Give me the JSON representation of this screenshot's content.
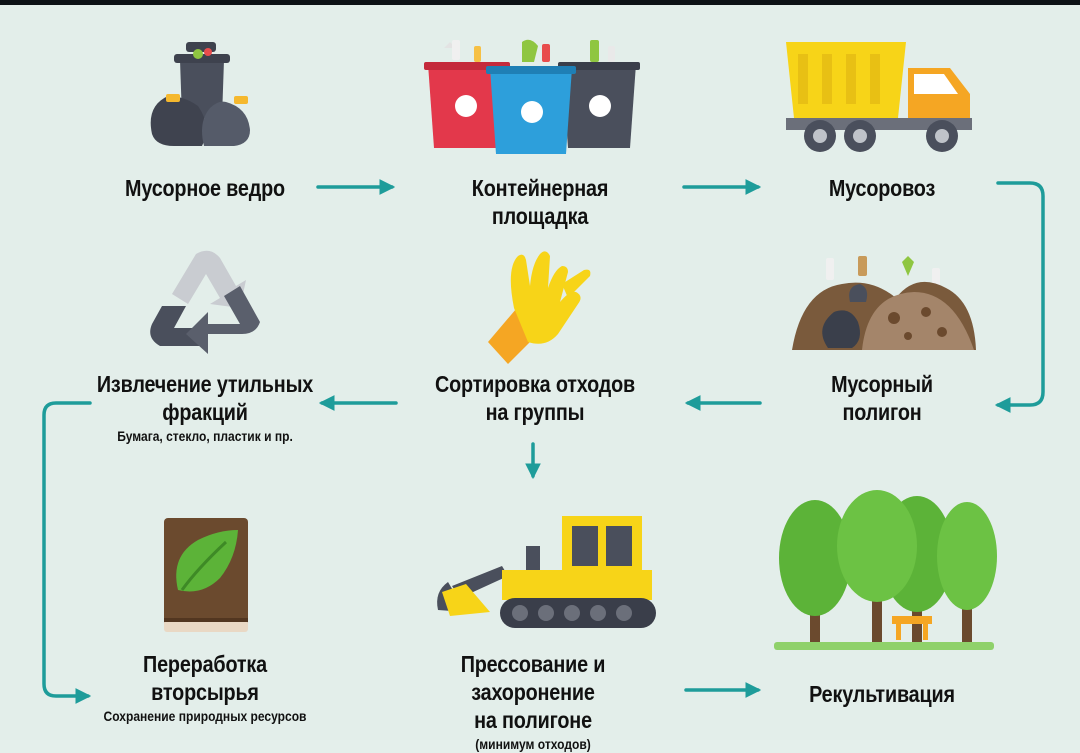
{
  "colors": {
    "background": "#e3eeea",
    "arrow": "#1e9c9a",
    "dark_gray": "#4a4f5c",
    "red": "#e3384b",
    "blue": "#2d9fdb",
    "yellow": "#f7d418",
    "orange": "#f5a623",
    "green": "#5cb338",
    "brown": "#6b4a2e"
  },
  "nodes": {
    "bucket": {
      "title": "Мусорное ведро",
      "icon": "trash-bags-icon"
    },
    "containers": {
      "title": "Контейнерная площадка",
      "icon": "recycling-containers-icon"
    },
    "truck": {
      "title": "Мусоровоз",
      "icon": "garbage-truck-icon"
    },
    "landfill": {
      "title_line1": "Мусорный",
      "title_line2": "полигон",
      "icon": "landfill-icon"
    },
    "sorting": {
      "title_line1": "Сортировка отходов",
      "title_line2": "на группы",
      "icon": "glove-icon"
    },
    "extraction": {
      "title_line1": "Извлечение утильных",
      "title_line2": "фракций",
      "subtitle": "Бумага, стекло, пластик и пр.",
      "icon": "recycle-icon"
    },
    "processing": {
      "title_line1": "Переработка",
      "title_line2": "вторсырья",
      "subtitle": "Сохранение природных ресурсов",
      "icon": "eco-book-icon"
    },
    "pressing": {
      "title_line1": "Прессование и захоронение",
      "title_line2": "на полигоне",
      "subtitle": "(минимум отходов)",
      "icon": "bulldozer-icon"
    },
    "recultivation": {
      "title": "Рекультивация",
      "icon": "trees-icon"
    }
  },
  "flow": [
    {
      "from": "bucket",
      "to": "containers"
    },
    {
      "from": "containers",
      "to": "truck"
    },
    {
      "from": "truck",
      "to": "landfill"
    },
    {
      "from": "landfill",
      "to": "sorting"
    },
    {
      "from": "sorting",
      "to": "extraction"
    },
    {
      "from": "sorting",
      "to": "pressing"
    },
    {
      "from": "extraction",
      "to": "processing"
    },
    {
      "from": "pressing",
      "to": "recultivation"
    }
  ]
}
